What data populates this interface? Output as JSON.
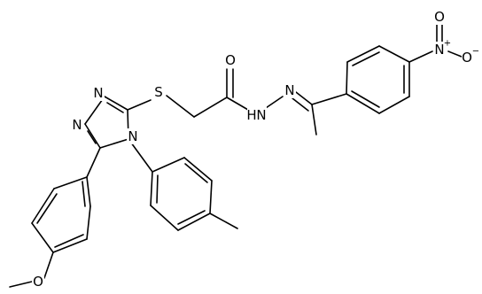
{
  "atoms": {
    "n_tri_1": "N",
    "n_tri_2": "N",
    "n_tri_4": "N",
    "s_thio": "S",
    "o_carbonyl": "O",
    "n_hydrazide": "N",
    "h_hydrazide": "H",
    "n_imine": "N",
    "n_nitro": "N",
    "n_nitro_charge": "+",
    "o_nitro_a": "O",
    "o_nitro_b": "O",
    "o_nitro_charge": "−",
    "o_methoxy": "O"
  }
}
